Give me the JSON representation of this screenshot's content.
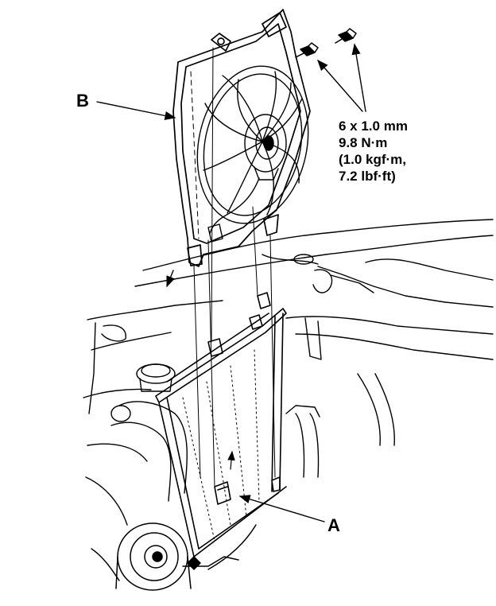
{
  "callouts": {
    "b": "B",
    "a": "A"
  },
  "torque_spec": {
    "bolt_size": "6 x 1.0 mm",
    "torque_nm": "9.8 N·m",
    "torque_kgf": "(1.0 kgf·m,",
    "torque_lbf": "7.2 lbf·ft)"
  },
  "colors": {
    "ink": "#000000",
    "paper": "#ffffff"
  }
}
